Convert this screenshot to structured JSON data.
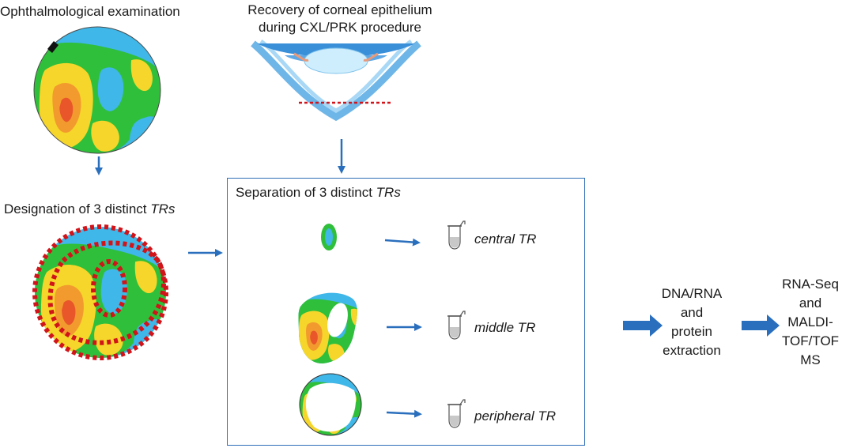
{
  "steps": {
    "exam_title": "Ophthalmological examination",
    "recovery_title_line1": "Recovery of corneal epithelium",
    "recovery_title_line2": "during CXL/PRK procedure",
    "designation_prefix": "Designation of 3 distinct ",
    "designation_italic": "TRs",
    "separation_prefix": "Separation of 3 distinct ",
    "separation_italic": "TRs",
    "extraction_lines": [
      "DNA/RNA",
      "and",
      "protein",
      "extraction"
    ],
    "analysis_lines": [
      "RNA-Seq",
      "and",
      "MALDI-",
      "TOF/TOF",
      "MS"
    ]
  },
  "regions": [
    {
      "label": "central TR"
    },
    {
      "label": "middle TR"
    },
    {
      "label": "peripheral TR"
    }
  ],
  "colors": {
    "arrow": "#2a6fbd",
    "box_border": "#2f6fb8",
    "dashed_outline": "#d0141a",
    "map_blue": "#3fb7e8",
    "map_green": "#2fbf3a",
    "map_yellow": "#f6d62a",
    "map_orange": "#f29a2e",
    "map_red": "#e8562a",
    "tube_fill": "#c8c8c8"
  }
}
